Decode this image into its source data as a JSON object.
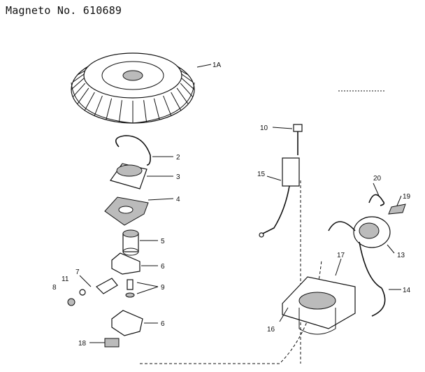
{
  "title": "Magneto No. 610689",
  "labels": {
    "p1A": "1A",
    "p2": "2",
    "p3": "3",
    "p4": "4",
    "p5": "5",
    "p6a": "6",
    "p6b": "6",
    "p7": "7",
    "p8": "8",
    "p9": "9",
    "p10": "10",
    "p11": "11",
    "p13": "13",
    "p14": "14",
    "p15": "15",
    "p16": "16",
    "p17": "17",
    "p18": "18",
    "p19": "19",
    "p20": "20"
  }
}
